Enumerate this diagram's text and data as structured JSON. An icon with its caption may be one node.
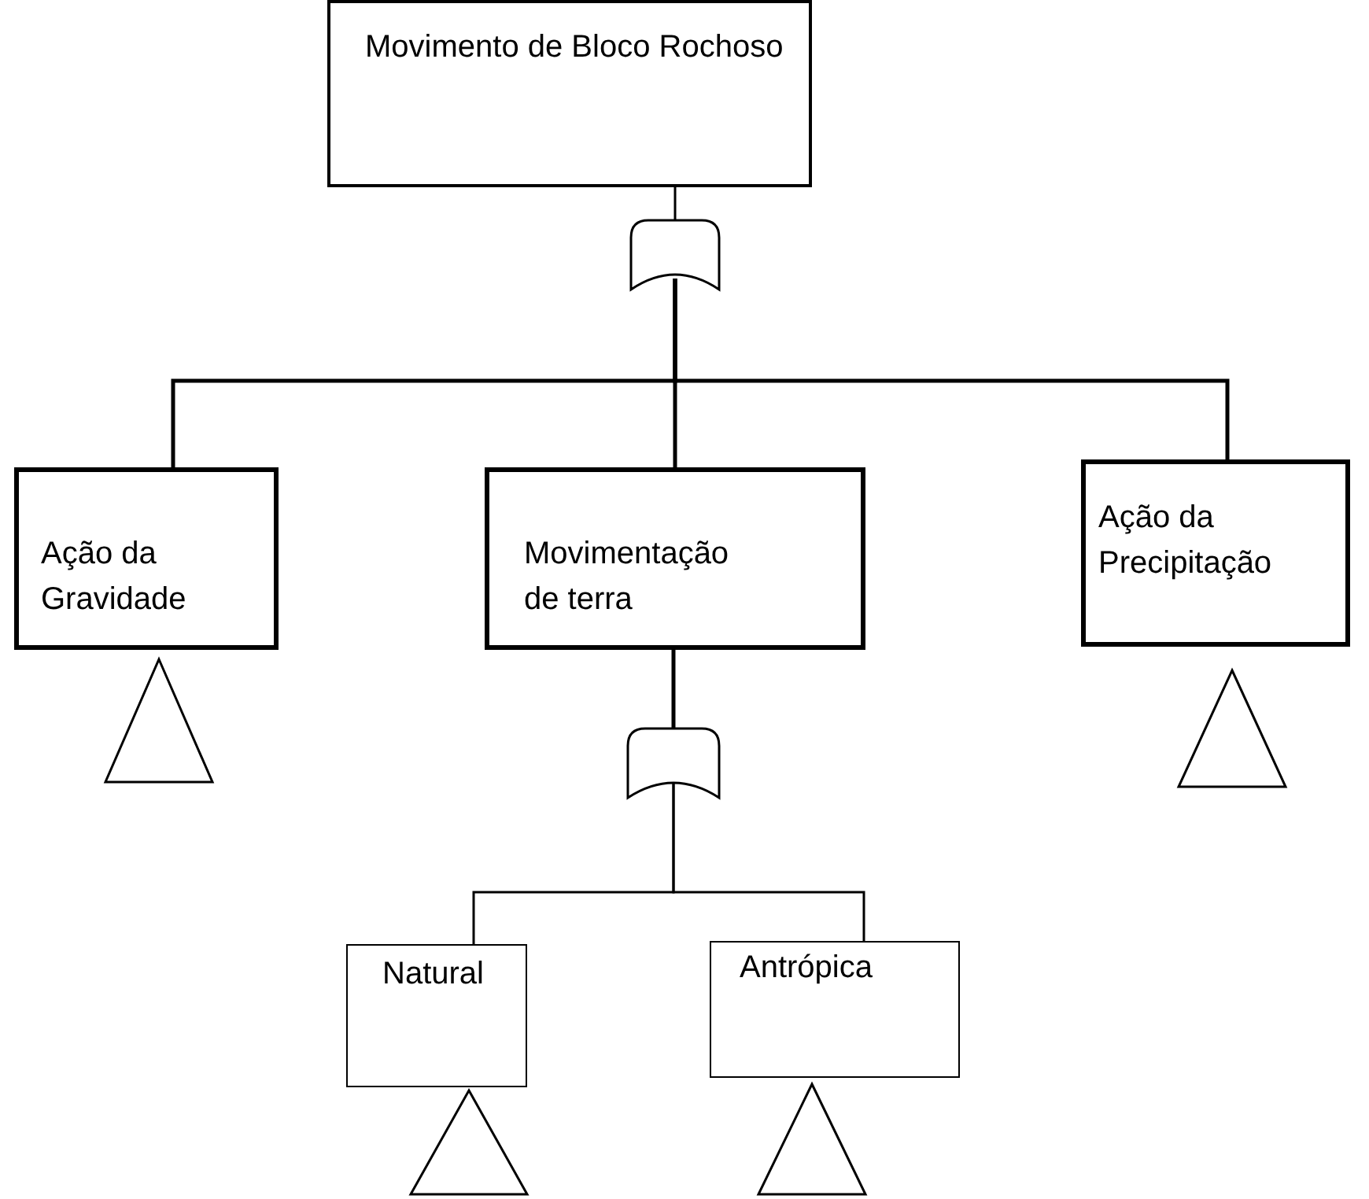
{
  "diagram": {
    "nodes": [
      {
        "text": [
          "Movimento de Bloco Rochoso"
        ]
      },
      {
        "text": [],
        "shape": "gate"
      },
      {
        "text": [
          "Ação da Gravidade"
        ]
      },
      {
        "text": [
          "Movimentação de terra"
        ]
      },
      {
        "text": [
          "Ação da Precipitação"
        ]
      },
      {
        "text": [],
        "shape": "triangle"
      },
      {
        "text": [],
        "shape": "triangle"
      },
      {
        "text": [],
        "shape": "gate"
      },
      {
        "text": [
          "Natural"
        ]
      },
      {
        "text": [
          "Antrópica"
        ]
      },
      {
        "text": [],
        "shape": "triangle"
      },
      {
        "text": [],
        "shape": "triangle"
      }
    ],
    "edges": [
      {
        "from": 0,
        "to": 1,
        "arrow": "none"
      },
      {
        "from": 1,
        "to": 2,
        "arrow": "none"
      },
      {
        "from": 1,
        "to": 3,
        "arrow": "none"
      },
      {
        "from": 1,
        "to": 4,
        "arrow": "none"
      },
      {
        "from": 3,
        "to": 7,
        "arrow": "none"
      },
      {
        "from": 7,
        "to": 8,
        "arrow": "none"
      },
      {
        "from": 7,
        "to": 9,
        "arrow": "none"
      }
    ]
  }
}
